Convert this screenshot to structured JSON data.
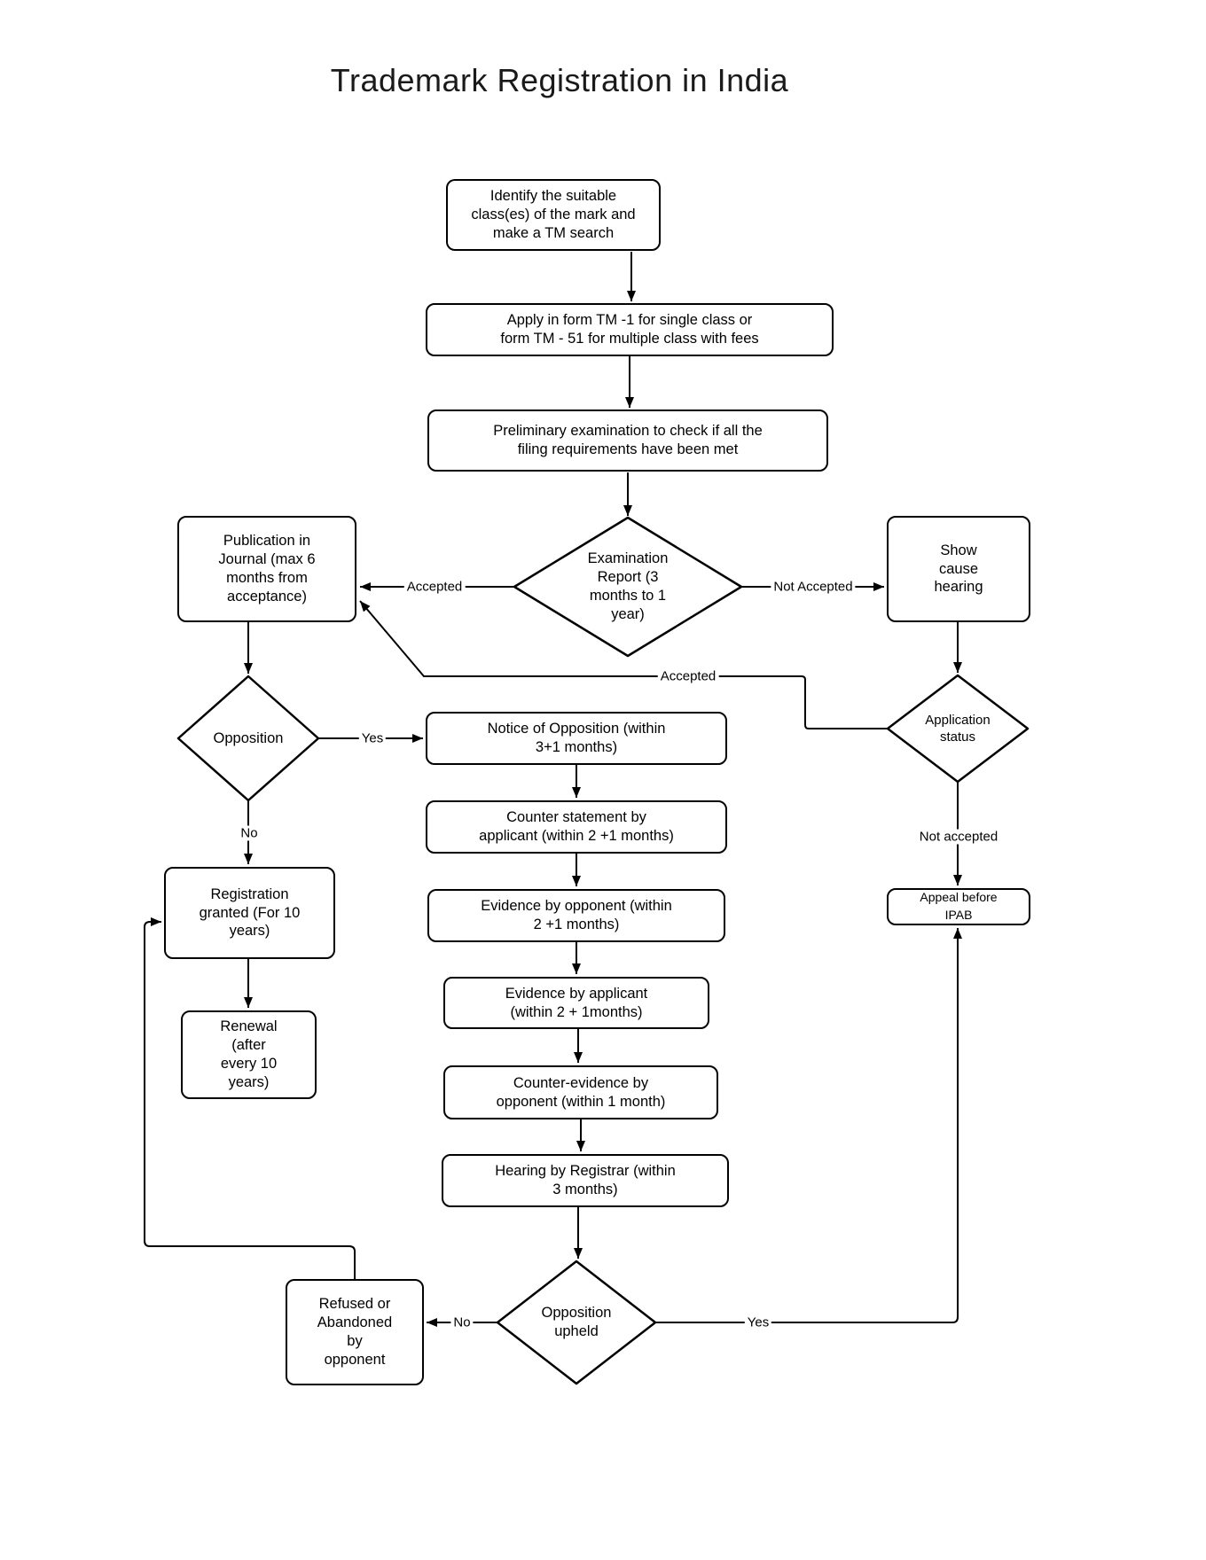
{
  "title": "Trademark Registration in India",
  "nodes": {
    "identify": "Identify the suitable\nclass(es) of the mark and\nmake a TM search",
    "apply": "Apply in form TM -1 for single class or\nform TM - 51 for multiple class with fees",
    "prelim": "Preliminary examination to check if all the\nfiling requirements have been met",
    "exam": "Examination\nReport (3\nmonths to 1\nyear)",
    "publication": "Publication in\nJournal (max 6\nmonths from\nacceptance)",
    "show_cause": "Show\ncause\nhearing",
    "application_status": "Application\nstatus",
    "opposition": "Opposition",
    "notice": "Notice of Opposition (within\n3+1 months)",
    "counter_statement": "Counter statement by\napplicant (within 2 +1 months)",
    "evidence_opponent": "Evidence by opponent (within\n2 +1 months)",
    "evidence_applicant": "Evidence by applicant\n(within 2 + 1months)",
    "counter_evidence": "Counter-evidence by\nopponent (within 1 month)",
    "hearing": "Hearing by Registrar (within\n3 months)",
    "opposition_upheld": "Opposition\nupheld",
    "registration": "Registration\ngranted (For 10\nyears)",
    "renewal": "Renewal\n(after\nevery 10\nyears)",
    "refused": "Refused or\nAbandoned\nby\nopponent",
    "appeal_ipab": "Appeal before\nIPAB"
  },
  "edge_labels": {
    "accepted_exam": "Accepted",
    "not_accepted_exam": "Not Accepted",
    "accepted_status": "Accepted",
    "yes_opposition": "Yes",
    "no_opposition": "No",
    "not_accepted_status": "Not accepted",
    "no_upheld": "No",
    "yes_upheld": "Yes"
  },
  "colors": {
    "stroke": "#000000",
    "background": "#ffffff",
    "text": "#000000"
  }
}
